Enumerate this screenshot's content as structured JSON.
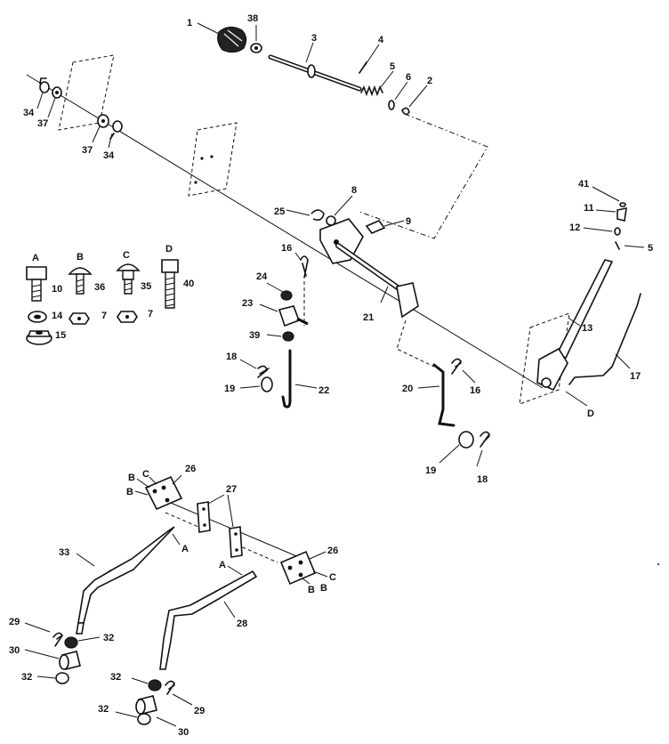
{
  "callouts": {
    "p1": "1",
    "p38": "38",
    "p3": "3",
    "p4": "4",
    "p5": "5",
    "p6": "6",
    "p2": "2",
    "p34a": "34",
    "p37a": "37",
    "p37b": "37",
    "p34b": "34",
    "p25": "25",
    "p8": "8",
    "p9": "9",
    "p16a": "16",
    "p24": "24",
    "p23": "23",
    "p39": "39",
    "p21": "21",
    "p18a": "18",
    "p19a": "19",
    "p22": "22",
    "p20": "20",
    "p16b": "16",
    "p19b": "19",
    "p18b": "18",
    "p41": "41",
    "p11": "11",
    "p12": "12",
    "p5b": "5",
    "p13": "13",
    "p17": "17",
    "pD": "D",
    "kA": "A",
    "kB": "B",
    "kC": "C",
    "kD": "D",
    "p10": "10",
    "p36": "36",
    "p35": "35",
    "p40": "40",
    "p14": "14",
    "p7a": "7",
    "p7b": "7",
    "p15": "15",
    "p26a": "26",
    "p27": "27",
    "p26b": "26",
    "p33": "33",
    "p28": "28",
    "lB1": "B",
    "lC1": "C",
    "lB2": "B",
    "lA1": "A",
    "lA2": "A",
    "lB3": "B",
    "lC2": "C",
    "lB4": "B",
    "p29a": "29",
    "p32a": "32",
    "p30a": "30",
    "p32b": "32",
    "p32c": "32",
    "p29b": "29",
    "p32d": "32",
    "p30b": "30"
  }
}
